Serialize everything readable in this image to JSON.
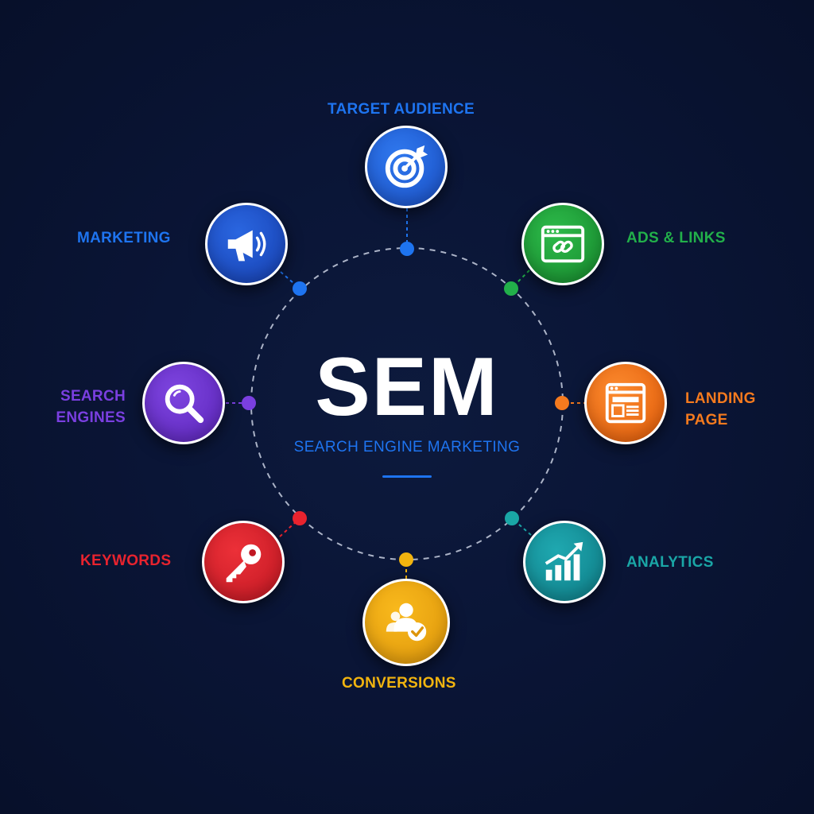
{
  "center": {
    "title": "SEM",
    "subtitle": "SEARCH ENGINE MARKETING"
  },
  "nodes": {
    "target_audience": {
      "label": "TARGET AUDIENCE",
      "color": "#1f5fd6",
      "icon": "target-icon"
    },
    "ads_links": {
      "label": "ADS & LINKS",
      "color": "#1fa33a",
      "icon": "browser-link-icon"
    },
    "landing_page": {
      "label": "LANDING\nPAGE",
      "color": "#f06a12",
      "icon": "landing-page-icon"
    },
    "analytics": {
      "label": "ANALYTICS",
      "color": "#12909a",
      "icon": "chart-growth-icon"
    },
    "conversions": {
      "label": "CONVERSIONS",
      "color": "#eaa40c",
      "icon": "user-check-icon"
    },
    "keywords": {
      "label": "KEYWORDS",
      "color": "#d91f2a",
      "icon": "key-icon"
    },
    "search_engines": {
      "label": "SEARCH\nENGINES",
      "color": "#6a32c8",
      "icon": "magnifier-icon"
    },
    "marketing": {
      "label": "MARKETING",
      "color": "#1b4ec4",
      "icon": "megaphone-icon"
    }
  },
  "label_colors": {
    "target_audience": "#1e74f0",
    "ads_links": "#22b04a",
    "landing_page": "#f57a1e",
    "analytics": "#1aa6a6",
    "conversions": "#f2b40f",
    "keywords": "#e8232e",
    "search_engines": "#7a3fe0",
    "marketing": "#1e74f0"
  }
}
